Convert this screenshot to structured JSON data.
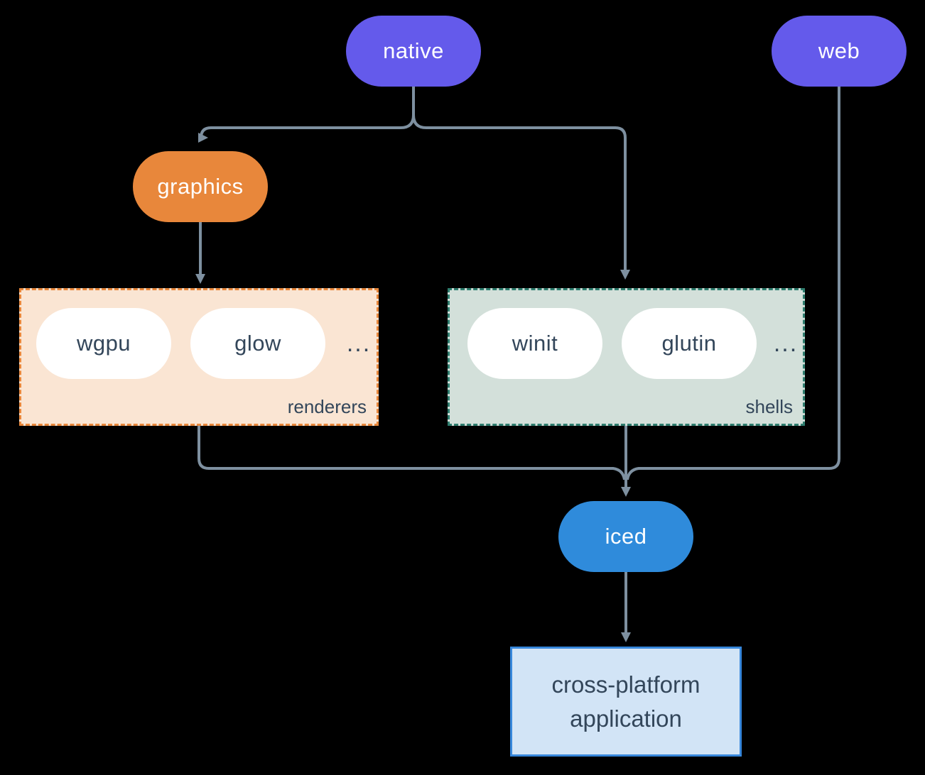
{
  "colors": {
    "background": "#000000",
    "purple": "#645AEB",
    "orange": "#E8873B",
    "blue": "#2F8BDB",
    "renderers_bg": "#FAE5D3",
    "renderers_border": "#E8873B",
    "shells_bg": "#D3E0DA",
    "shells_border": "#2E7D6E",
    "app_bg": "#D2E4F6",
    "app_border": "#3787DB",
    "line": "#7E90A0",
    "dark_text": "#33465A",
    "pill_text": "#FFFFFF",
    "white_pill": "#FFFFFF"
  },
  "nodes": {
    "native": {
      "label": "native"
    },
    "web": {
      "label": "web"
    },
    "graphics": {
      "label": "graphics"
    },
    "iced": {
      "label": "iced"
    },
    "app": {
      "line1": "cross-platform",
      "line2": "application"
    }
  },
  "groups": {
    "renderers": {
      "label": "renderers",
      "ellipsis": "...",
      "items": [
        {
          "label": "wgpu"
        },
        {
          "label": "glow"
        }
      ]
    },
    "shells": {
      "label": "shells",
      "ellipsis": "...",
      "items": [
        {
          "label": "winit"
        },
        {
          "label": "glutin"
        }
      ]
    }
  }
}
